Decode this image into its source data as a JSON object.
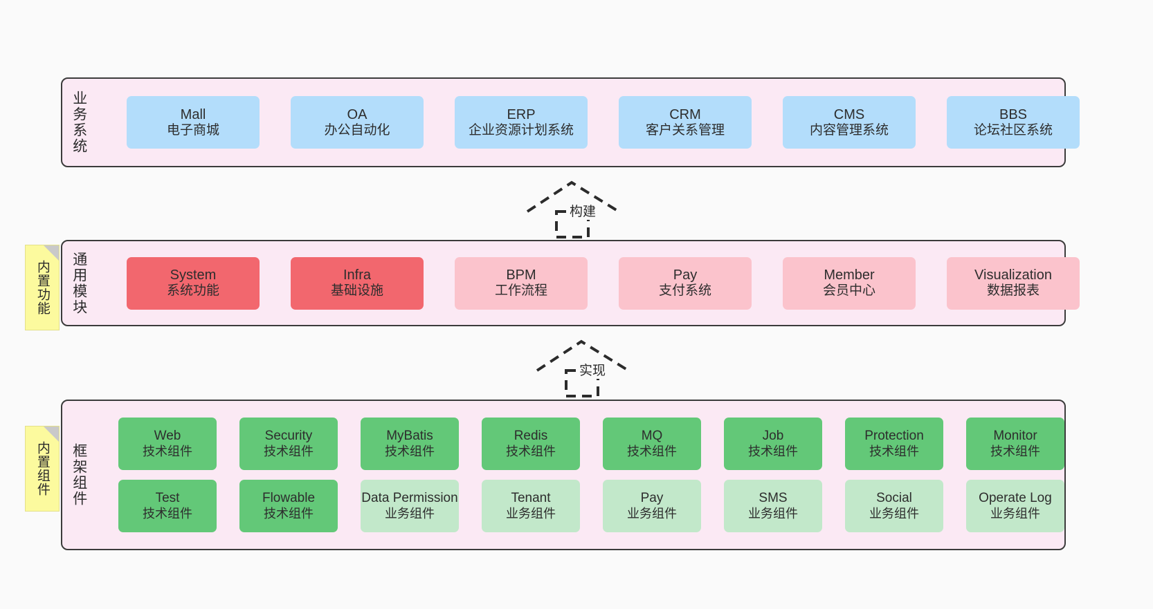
{
  "diagram": {
    "background": "#fafafa",
    "panel_bg": "#fbe9f4",
    "panel_border": "#3b3b3b"
  },
  "layers": [
    {
      "id": "business-systems",
      "label": "业务系统",
      "tile_color": "#b3ddfb",
      "rows": [
        [
          {
            "en": "Mall",
            "cn": "电子商城"
          },
          {
            "en": "OA",
            "cn": "办公自动化"
          },
          {
            "en": "ERP",
            "cn": "企业资源计划系统"
          },
          {
            "en": "CRM",
            "cn": "客户关系管理"
          },
          {
            "en": "CMS",
            "cn": "内容管理系统"
          },
          {
            "en": "BBS",
            "cn": "论坛社区系统"
          }
        ]
      ]
    },
    {
      "id": "common-modules",
      "label": "通用模块",
      "sticky": "内置功能",
      "rows": [
        [
          {
            "en": "System",
            "cn": "系统功能",
            "color": "#f2676e"
          },
          {
            "en": "Infra",
            "cn": "基础设施",
            "color": "#f2676e"
          },
          {
            "en": "BPM",
            "cn": "工作流程",
            "color": "#fbc3cc"
          },
          {
            "en": "Pay",
            "cn": "支付系统",
            "color": "#fbc3cc"
          },
          {
            "en": "Member",
            "cn": "会员中心",
            "color": "#fbc3cc"
          },
          {
            "en": "Visualization",
            "cn": "数据报表",
            "color": "#fbc3cc"
          }
        ]
      ]
    },
    {
      "id": "framework-components",
      "label": "框架组件",
      "sticky": "内置组件",
      "rows": [
        [
          {
            "en": "Web",
            "cn": "技术组件",
            "color": "#63c878"
          },
          {
            "en": "Security",
            "cn": "技术组件",
            "color": "#63c878"
          },
          {
            "en": "MyBatis",
            "cn": "技术组件",
            "color": "#63c878"
          },
          {
            "en": "Redis",
            "cn": "技术组件",
            "color": "#63c878"
          },
          {
            "en": "MQ",
            "cn": "技术组件",
            "color": "#63c878"
          },
          {
            "en": "Job",
            "cn": "技术组件",
            "color": "#63c878"
          },
          {
            "en": "Protection",
            "cn": "技术组件",
            "color": "#63c878"
          },
          {
            "en": "Monitor",
            "cn": "技术组件",
            "color": "#63c878"
          }
        ],
        [
          {
            "en": "Test",
            "cn": "技术组件",
            "color": "#63c878"
          },
          {
            "en": "Flowable",
            "cn": "技术组件",
            "color": "#63c878"
          },
          {
            "en": "Data Permission",
            "cn": "业务组件",
            "color": "#c2e8ca"
          },
          {
            "en": "Tenant",
            "cn": "业务组件",
            "color": "#c2e8ca"
          },
          {
            "en": "Pay",
            "cn": "业务组件",
            "color": "#c2e8ca"
          },
          {
            "en": "SMS",
            "cn": "业务组件",
            "color": "#c2e8ca"
          },
          {
            "en": "Social",
            "cn": "业务组件",
            "color": "#c2e8ca"
          },
          {
            "en": "Operate Log",
            "cn": "业务组件",
            "color": "#c2e8ca"
          }
        ]
      ]
    }
  ],
  "connectors": [
    {
      "id": "build",
      "label": "构建"
    },
    {
      "id": "implement",
      "label": "实现"
    }
  ]
}
